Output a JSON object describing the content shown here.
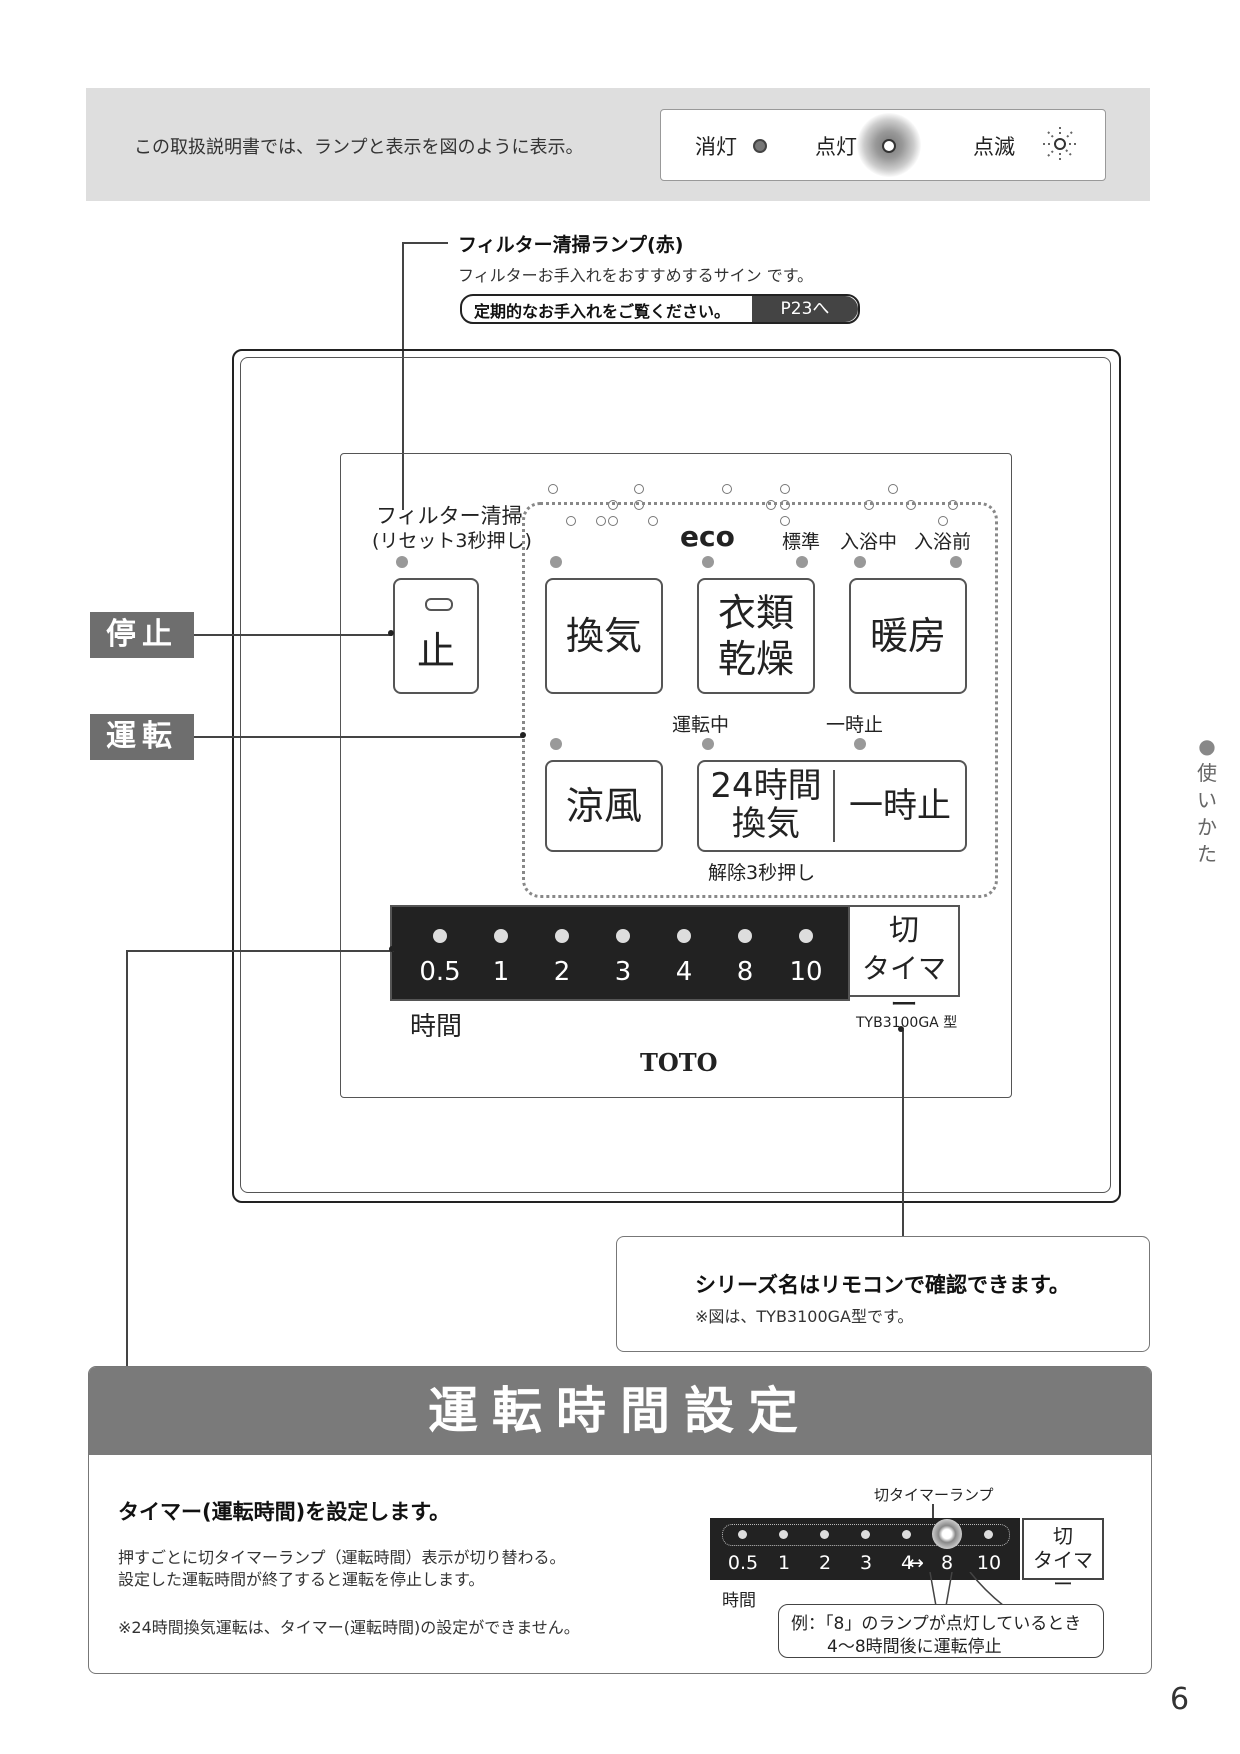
{
  "legend": {
    "text": "この取扱説明書では、ランプと表示を図のように表示。",
    "off": "消灯",
    "on": "点灯",
    "blink": "点滅"
  },
  "filter_callout": {
    "title": "フィルター清掃ランプ(赤)",
    "subtitle": "フィルターお手入れをおすすめするサイン です。",
    "ref_text": "定期的なお手入れをご覧ください。",
    "ref_page": "P23へ"
  },
  "remote": {
    "filter_label_1": "フィルター清掃",
    "filter_label_2": "(リセット3秒押し)",
    "eco": "eco",
    "mode_standard": "標準",
    "mode_bathing": "入浴中",
    "mode_prebath": "入浴前",
    "stop_button": "止",
    "ventilation_button": "換気",
    "dry_button_1": "衣類",
    "dry_button_2": "乾燥",
    "heat_button": "暖房",
    "running_label": "運転中",
    "pause_label": "一時止",
    "cool_button": "涼風",
    "vent24_button_1": "24時間",
    "vent24_button_2": "換気",
    "pause_button": "一時止",
    "release_label": "解除3秒押し",
    "timer_values": [
      "0.5",
      "1",
      "2",
      "3",
      "4",
      "8",
      "10"
    ],
    "off_timer_1": "切",
    "off_timer_2": "タイマー",
    "hours_label": "時間",
    "model": "TYB3100GA 型",
    "brand": "TOTO"
  },
  "side_tags": {
    "stop": "停止",
    "run": "運転"
  },
  "series_box": {
    "title": "シリーズ名はリモコンで確認できます。",
    "note": "※図は、TYB3100GA型です。"
  },
  "section": {
    "heading": "運転時間設定",
    "subtitle": "タイマー(運転時間)を設定します。",
    "body_1": "押すごとに切タイマーランプ（運転時間）表示が切り替わる。",
    "body_2": "設定した運転時間が終了すると運転を停止します。",
    "note": "※24時間換気運転は、タイマー(運転時間)の設定ができません。",
    "lamp_label": "切タイマーランプ",
    "mini_values": [
      "0.5",
      "1",
      "2",
      "3",
      "4",
      "8",
      "10"
    ],
    "mini_off_1": "切",
    "mini_off_2": "タイマー",
    "mini_hours": "時間",
    "example_1": "例：「8」のランプが点灯しているとき",
    "example_2": "4〜8時間後に運転停止"
  },
  "side_index": {
    "bullet": "●",
    "label": [
      "使",
      "い",
      "か",
      "た"
    ]
  },
  "page_number": "6"
}
